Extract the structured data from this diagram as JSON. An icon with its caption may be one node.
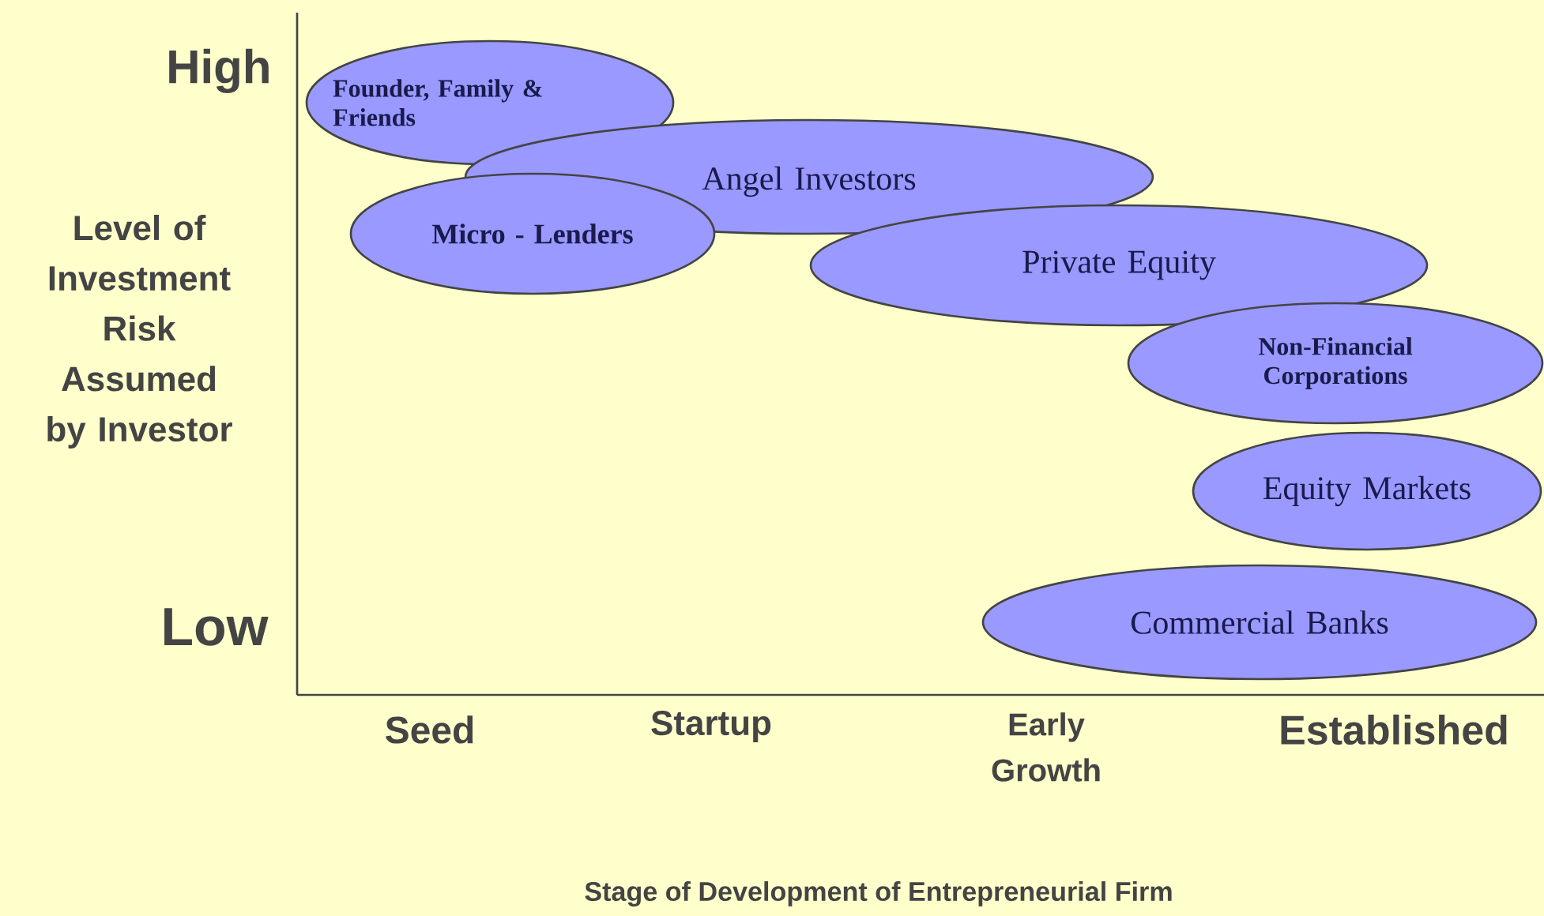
{
  "diagram": {
    "nodes": [
      {
        "text": [
          "Founder, Family & Friends"
        ]
      },
      {
        "text": [
          "Angel Investors"
        ]
      },
      {
        "text": [
          "Micro - Lenders"
        ]
      },
      {
        "text": [
          "Private Equity"
        ]
      },
      {
        "text": [
          "Non-Financial Corporations"
        ]
      },
      {
        "text": [
          "Equity Markets"
        ]
      },
      {
        "text": [
          "Commercial Banks"
        ]
      }
    ],
    "labels": [
      "High",
      "Level of Investment Risk Assumed by Investor",
      "Low",
      "Seed",
      "Startup",
      "Early Growth",
      "Established",
      "Stage of Development of Entrepreneurial Firm"
    ]
  }
}
